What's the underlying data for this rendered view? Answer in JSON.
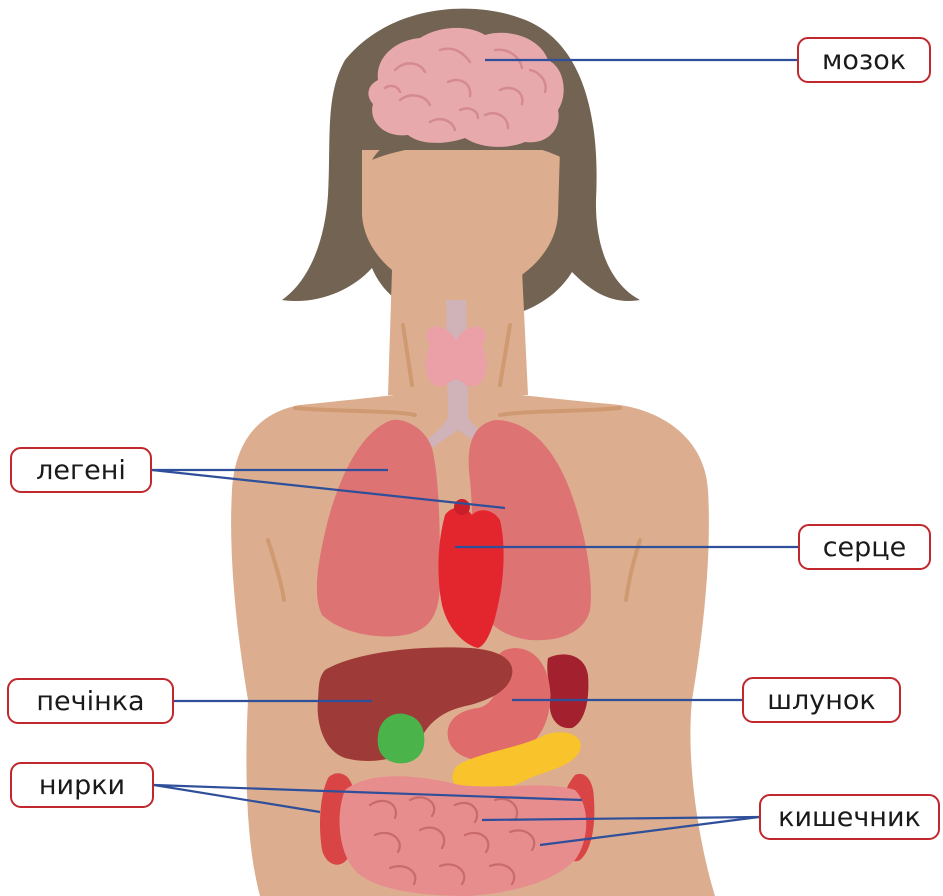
{
  "labels": {
    "brain": "мозок",
    "lungs": "легені",
    "heart": "серце",
    "liver": "печінка",
    "stomach": "шлунок",
    "kidneys": "нирки",
    "intestine": "кишечник"
  },
  "colors": {
    "label_border": "#c0282d",
    "leader_line": "#2f4f9a",
    "skin": "#dcae8f",
    "hair": "#726352",
    "brain": "#e8a9ad",
    "lungs": "#de7374",
    "heart": "#e3262d",
    "liver": "#9e3a38",
    "gallbladder": "#4ab34a",
    "stomach": "#df6b6b",
    "spleen": "#a3212e",
    "pancreas": "#f9c32c",
    "intestine": "#e78d8e",
    "kidneys": "#d94444",
    "thyroid": "#eaa0a6",
    "trachea": "#cfb3b8"
  }
}
